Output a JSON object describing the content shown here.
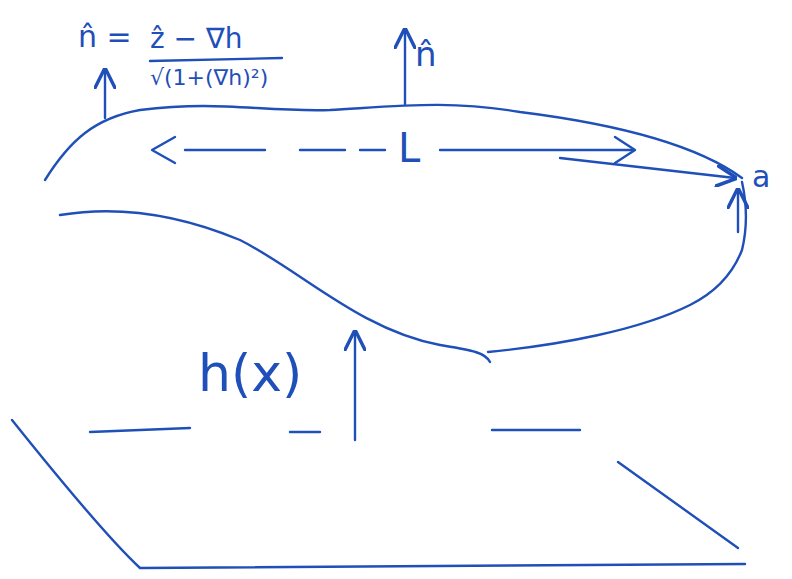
{
  "diagram": {
    "labels": [
      "n̂ =",
      "ẑ − ∇h",
      "√(1+(∇h)²)",
      "n̂",
      "L",
      "a",
      "h(x)"
    ]
  }
}
